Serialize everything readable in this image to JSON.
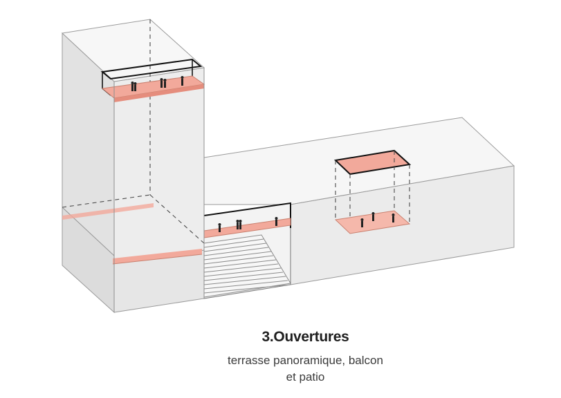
{
  "caption": {
    "title": "3.Ouvertures",
    "subtitle_line1": "terrasse panoramique, balcon",
    "subtitle_line2": "et patio"
  },
  "colors": {
    "background": "#ffffff",
    "face_front": "#ececec",
    "face_side": "#e3e3e3",
    "face_top": "#f7f7f7",
    "outline": "#1a1a1a",
    "accent_salmon": "#f2a99b",
    "accent_salmon_dark": "#e58d7d"
  }
}
